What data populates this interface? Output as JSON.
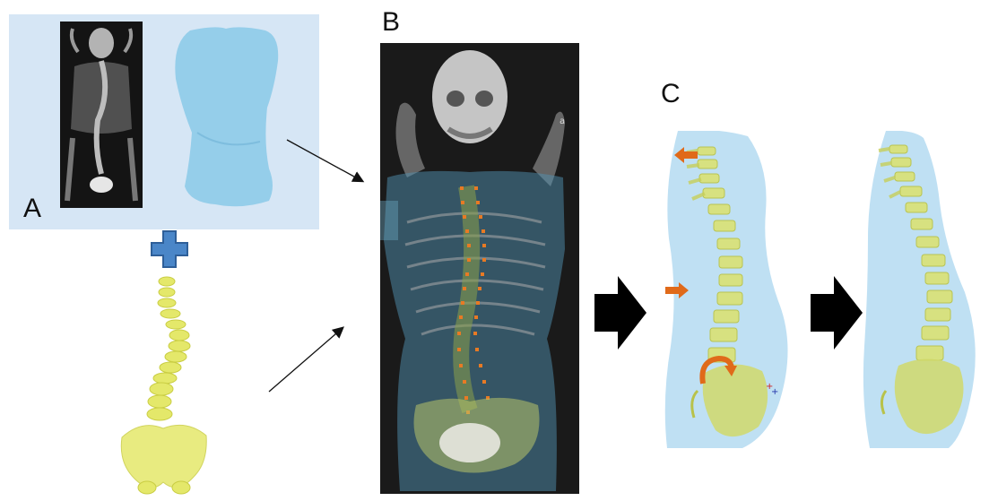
{
  "labels": {
    "a": "A",
    "b": "B",
    "c": "C"
  },
  "colors": {
    "panel_a_background": "#d6e6f5",
    "torso": "#8ecbe9",
    "spine": "#e4e86a",
    "landmark": "#e87a24",
    "correction_arrow": "#e06a1a",
    "plus": "#4a86c8",
    "xray_background": "#1a1a1a"
  },
  "icons": {
    "combine": "plus-icon",
    "flow": "arrow-right-icon",
    "step": "block-arrow-right-icon",
    "correction_translate": "orange-arrow-icon",
    "correction_rotate": "curved-arrow-icon"
  }
}
